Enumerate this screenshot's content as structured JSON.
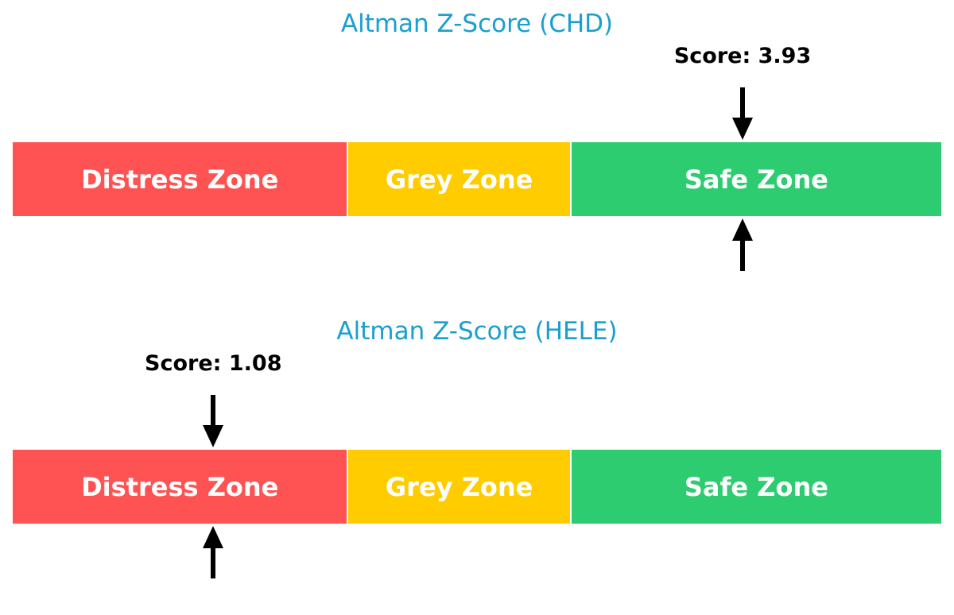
{
  "chart_data": [
    {
      "type": "gauge",
      "title": "Altman Z-Score (CHD)",
      "zones": [
        {
          "name": "Distress Zone",
          "label": "Distress Zone",
          "from": 0,
          "to": 1.8,
          "color": "#ff5252"
        },
        {
          "name": "Grey Zone",
          "label": "Grey Zone",
          "from": 1.8,
          "to": 3.0,
          "color": "#ffcc00"
        },
        {
          "name": "Safe Zone",
          "label": "Safe Zone",
          "from": 3.0,
          "to": 5.0,
          "color": "#2ecc71"
        }
      ],
      "score": 3.93,
      "score_label": "Score: 3.93",
      "xlim": [
        0,
        5
      ]
    },
    {
      "type": "gauge",
      "title": "Altman Z-Score (HELE)",
      "zones": [
        {
          "name": "Distress Zone",
          "label": "Distress Zone",
          "from": 0,
          "to": 1.8,
          "color": "#ff5252"
        },
        {
          "name": "Grey Zone",
          "label": "Grey Zone",
          "from": 1.8,
          "to": 3.0,
          "color": "#ffcc00"
        },
        {
          "name": "Safe Zone",
          "label": "Safe Zone",
          "from": 3.0,
          "to": 5.0,
          "color": "#2ecc71"
        }
      ],
      "score": 1.08,
      "score_label": "Score: 1.08",
      "xlim": [
        0,
        5
      ]
    }
  ],
  "colors": {
    "title": "#1a9fcf",
    "arrow": "#000000"
  }
}
